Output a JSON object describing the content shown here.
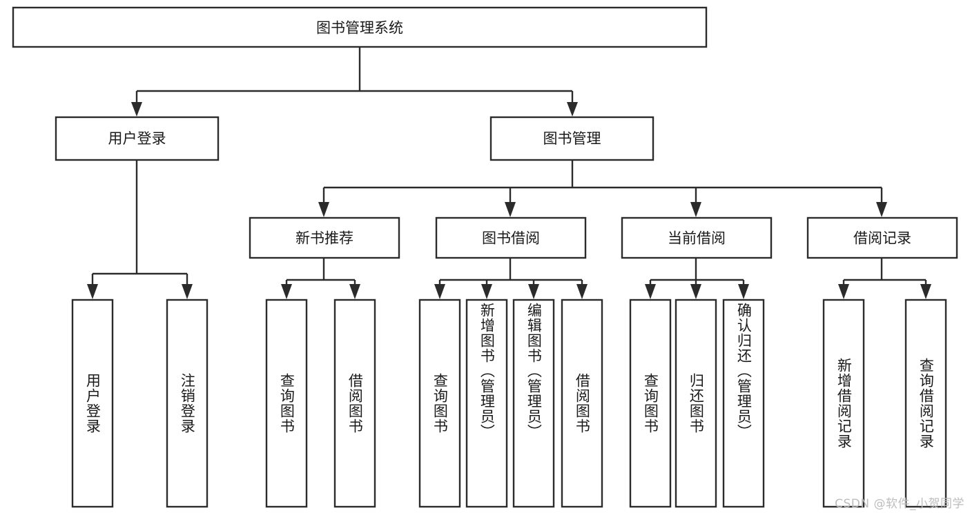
{
  "diagram": {
    "title": "图书管理系统",
    "type": "hierarchy-tree",
    "root": {
      "id": "root",
      "label": "图书管理系统",
      "orientation": "horizontal"
    },
    "level2": [
      {
        "id": "user-login",
        "label": "用户登录",
        "orientation": "horizontal"
      },
      {
        "id": "book-management",
        "label": "图书管理",
        "orientation": "horizontal"
      }
    ],
    "level3": [
      {
        "id": "new-book-recommend",
        "label": "新书推荐",
        "orientation": "horizontal",
        "parent": "book-management"
      },
      {
        "id": "book-borrow",
        "label": "图书借阅",
        "orientation": "horizontal",
        "parent": "book-management"
      },
      {
        "id": "current-borrow",
        "label": "当前借阅",
        "orientation": "horizontal",
        "parent": "book-management"
      },
      {
        "id": "borrow-record",
        "label": "借阅记录",
        "orientation": "horizontal",
        "parent": "book-management"
      }
    ],
    "leaves": [
      {
        "id": "leaf-user-login",
        "label": "用户登录",
        "orientation": "vertical",
        "parent": "user-login"
      },
      {
        "id": "leaf-user-logout",
        "label": "注销登录",
        "orientation": "vertical",
        "parent": "user-login"
      },
      {
        "id": "leaf-query-book-1",
        "label": "查询图书",
        "orientation": "vertical",
        "parent": "new-book-recommend"
      },
      {
        "id": "leaf-borrow-book-1",
        "label": "借阅图书",
        "orientation": "vertical",
        "parent": "new-book-recommend"
      },
      {
        "id": "leaf-query-book-2",
        "label": "查询图书",
        "orientation": "vertical",
        "parent": "book-borrow"
      },
      {
        "id": "leaf-add-book",
        "label": "新增图书（管理员）",
        "orientation": "vertical",
        "parent": "book-borrow"
      },
      {
        "id": "leaf-edit-book",
        "label": "编辑图书（管理员）",
        "orientation": "vertical",
        "parent": "book-borrow"
      },
      {
        "id": "leaf-borrow-book-2",
        "label": "借阅图书",
        "orientation": "vertical",
        "parent": "book-borrow"
      },
      {
        "id": "leaf-query-book-3",
        "label": "查询图书",
        "orientation": "vertical",
        "parent": "current-borrow"
      },
      {
        "id": "leaf-return-book",
        "label": "归还图书",
        "orientation": "vertical",
        "parent": "current-borrow"
      },
      {
        "id": "leaf-confirm-return",
        "label": "确认归还（管理员）",
        "orientation": "vertical",
        "parent": "current-borrow"
      },
      {
        "id": "leaf-add-record",
        "label": "新增借阅记录",
        "orientation": "vertical",
        "parent": "borrow-record"
      },
      {
        "id": "leaf-query-record",
        "label": "查询借阅记录",
        "orientation": "vertical",
        "parent": "borrow-record"
      }
    ],
    "colors": {
      "stroke": "#2b2b2b",
      "fill": "#ffffff",
      "text": "#1a1a1a",
      "background": "#ffffff",
      "watermark": "#bdbdbd"
    }
  },
  "watermark": {
    "text": "CSDN @软件_小贺同学"
  }
}
